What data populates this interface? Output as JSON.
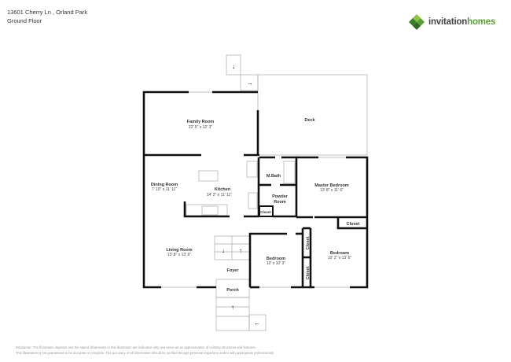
{
  "header": {
    "address": "13601 Cherry Ln , Orland Park",
    "floor": "Ground Floor"
  },
  "logo": {
    "brand": "invitation",
    "brand2": "homes",
    "icon": "leaf-cluster-logo",
    "color": "#5a9e3a"
  },
  "rooms": {
    "family": {
      "name": "Family Room",
      "dim": "22' 5\" x 12' 3\""
    },
    "deck": {
      "name": "Deck"
    },
    "dining": {
      "name": "Dining Room",
      "dim": "7' 10\" x 11' 11\""
    },
    "kitchen": {
      "name": "Kitchen",
      "dim": "14' 2\" x 11' 11\""
    },
    "mbath": {
      "name": "M.Bath"
    },
    "powder1": {
      "name": "Powder"
    },
    "powder2": {
      "name": "Room"
    },
    "closet1": {
      "name": "Closet"
    },
    "master": {
      "name": "Master Bedroom",
      "dim": "13' 8\" x 11' 6\""
    },
    "closet2": {
      "name": "Closet"
    },
    "living": {
      "name": "Living Room",
      "dim": "13' 8\" x 13' 6\""
    },
    "bedroom1": {
      "name": "Bedroom",
      "dim": "10' x 10' 3\""
    },
    "closet3": {
      "name": "Closet"
    },
    "closet4": {
      "name": "Closet"
    },
    "bedroom2": {
      "name": "Bedroom",
      "dim": "10' 2\" x 13' 6\""
    },
    "foyer": {
      "name": "Foyer"
    },
    "porch": {
      "name": "Porch"
    }
  },
  "disclaimer": {
    "line1": "Disclaimer: The floorplans depicted and the stated dimensions in this illustration are indicative only and serve as an approximation of existing structures and features.",
    "line2": "This illustration is not guaranteed to be accurate or complete. The accuracy of all information should be verified through personal inspection and/or with appropriate professionals."
  }
}
